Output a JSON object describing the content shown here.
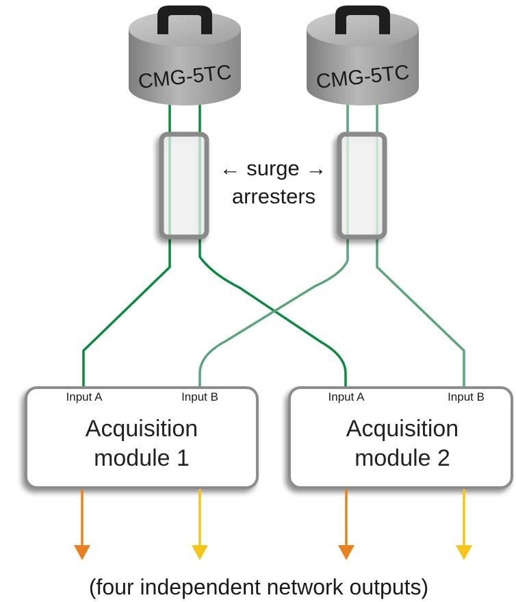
{
  "sensors": [
    {
      "label": "CMG-5TC"
    },
    {
      "label": "CMG-5TC"
    }
  ],
  "callout": {
    "line1": "← surge →",
    "line2": "arresters"
  },
  "modules": [
    {
      "title_line1": "Acquisition",
      "title_line2": "module 1",
      "input_a": "Input A",
      "input_b": "Input B"
    },
    {
      "title_line1": "Acquisition",
      "title_line2": "module 2",
      "input_a": "Input A",
      "input_b": "Input B"
    }
  ],
  "caption": "(four independent network outputs)",
  "colors": {
    "sensor1_cable": "#0a8a3e",
    "sensor2_cable": "#5aa57c",
    "output_a": "#e8821e",
    "output_b": "#f5c518",
    "module_border": "#8c8c8c",
    "arrester_border": "#8a8a8a"
  }
}
